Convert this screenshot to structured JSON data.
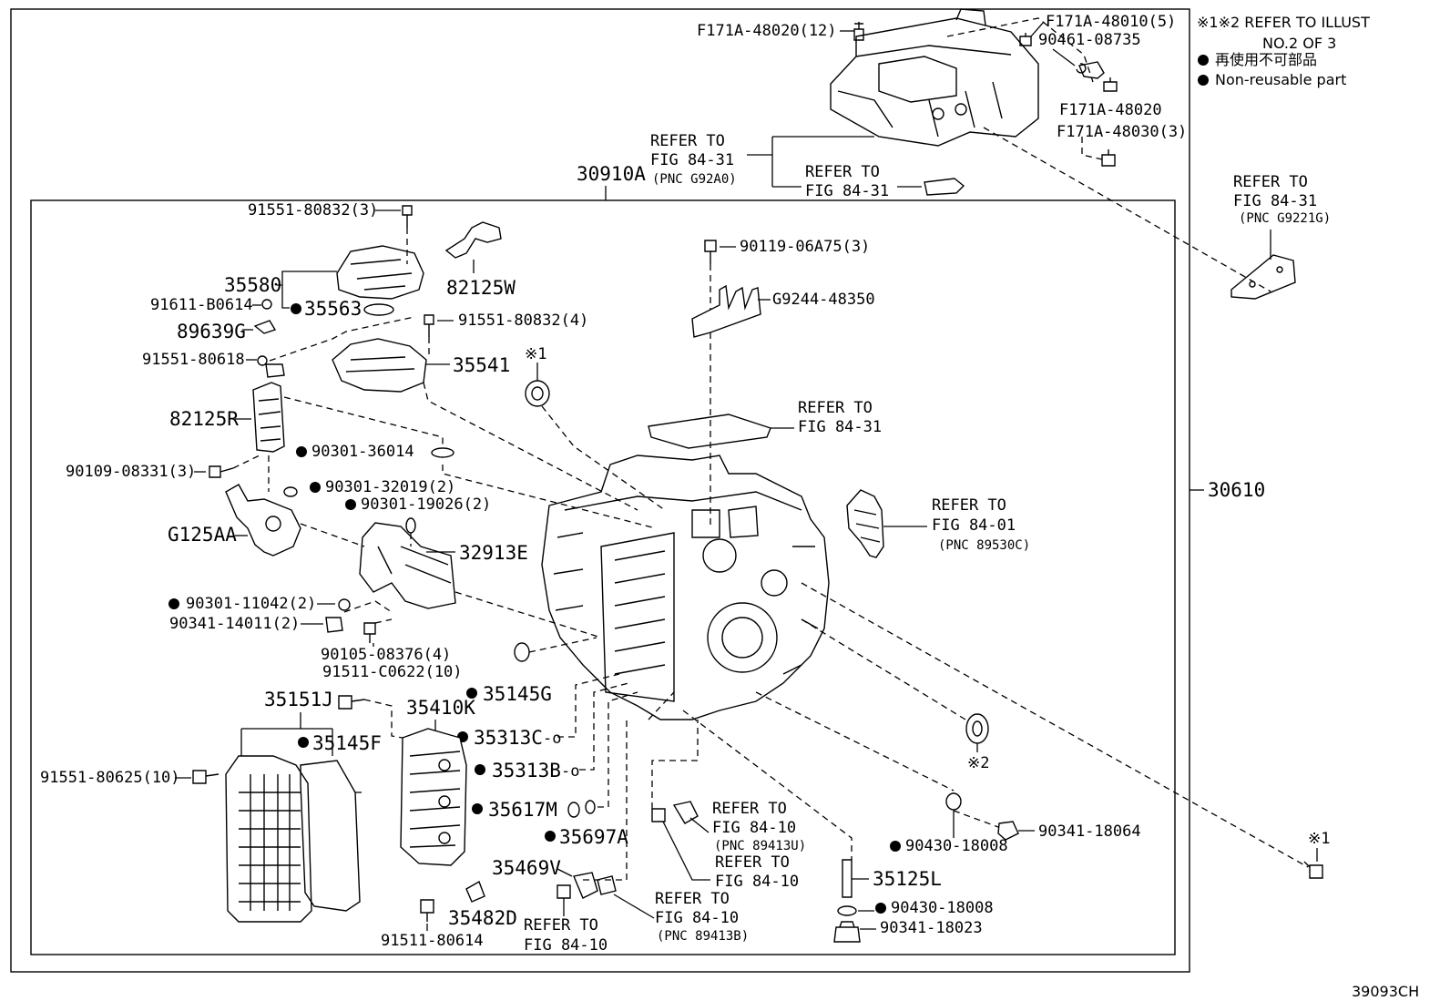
{
  "notes": {
    "refer_illust": "※1※2 REFER TO ILLUST",
    "refer_illust_2": "NO.2 OF 3",
    "legend_jp": "再使用不可部品",
    "legend_en": "Non-reusable part"
  },
  "diagram_id": "39093CH",
  "assemblies": {
    "outer": "30610",
    "inner": "30910A"
  },
  "labels": {
    "p_f171a_48020_12": "F171A-48020(12)",
    "p_f171a_48010_5": "F171A-48010(5)",
    "p_90461_08735": "90461-08735",
    "p_f171a_48020": "F171A-48020",
    "p_f171a_48030_3": "F171A-48030(3)",
    "ref_fig8431_a_1": "REFER TO",
    "ref_fig8431_a_2": "FIG 84-31",
    "ref_fig8431_a_3": "(PNC G92A0)",
    "ref_fig8431_b_1": "REFER TO",
    "ref_fig8431_b_2": "FIG 84-31",
    "ref_fig8431_c_1": "REFER TO",
    "ref_fig8431_c_2": "FIG 84-31",
    "ref_fig8431_c_3": "(PNC G9221G)",
    "ref_fig8431_d_1": "REFER TO",
    "ref_fig8431_d_2": "FIG 84-31",
    "ref_fig8401_1": "REFER TO",
    "ref_fig8401_2": "FIG 84-01",
    "ref_fig8401_3": "(PNC 89530C)",
    "ref_fig8410_a_1": "REFER TO",
    "ref_fig8410_a_2": "FIG 84-10",
    "ref_fig8410_a_3": "(PNC 89413U)",
    "ref_fig8410_b_1": "REFER TO",
    "ref_fig8410_b_2": "FIG 84-10",
    "ref_fig8410_c_1": "REFER TO",
    "ref_fig8410_c_2": "FIG 84-10",
    "ref_fig8410_c_3": "(PNC 89413B)",
    "ref_fig8410_d_1": "REFER TO",
    "ref_fig8410_d_2": "FIG 84-10",
    "p_91551_80832_3": "91551-80832(3)",
    "p_35580": "35580",
    "p_91611_b0614": "91611-B0614",
    "p_35563": "35563",
    "p_82125w": "82125W",
    "p_91551_80832_4": "91551-80832(4)",
    "p_89639g": "89639G",
    "p_91551_80618": "91551-80618",
    "p_35541": "35541",
    "p_82125r": "82125R",
    "p_90301_36014": "90301-36014",
    "p_90109_08331_3": "90109-08331(3)",
    "p_90301_32019_2": "90301-32019(2)",
    "p_90301_19026_2": "90301-19026(2)",
    "p_g125aa": "G125AA",
    "p_32913e": "32913E",
    "p_90301_11042_2": "90301-11042(2)",
    "p_90341_14011_2": "90341-14011(2)",
    "p_90105_08376_4": "90105-08376(4)",
    "p_91511_c0622_10": "91511-C0622(10)",
    "p_35151j": "35151J",
    "p_35145g": "35145G",
    "p_35410k": "35410K",
    "p_35313c": "35313C",
    "p_35145f": "35145F",
    "p_91551_80625_10": "91551-80625(10)",
    "p_35313b": "35313B",
    "p_35617m": "35617M",
    "p_35697a": "35697A",
    "p_35469v": "35469V",
    "p_35482d": "35482D",
    "p_91511_80614": "91511-80614",
    "p_90119_06a75_3": "90119-06A75(3)",
    "p_g9244_48350": "G9244-48350",
    "p_mark1_top": "※1",
    "p_mark1_bottom": "※1",
    "p_mark2": "※2",
    "p_90430_18008_a": "90430-18008",
    "p_90341_18064": "90341-18064",
    "p_35125l": "35125L",
    "p_90430_18008_b": "90430-18008",
    "p_90341_18023": "90341-18023"
  }
}
